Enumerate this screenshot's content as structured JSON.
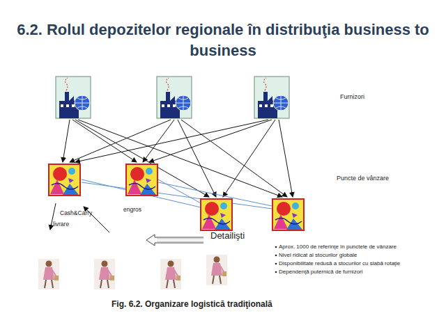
{
  "diagram": {
    "title": "6.2. Rolul depozitelor regionale în distribuţia business to business",
    "caption": "Fig. 6.2. Organizare logistică tradiţională",
    "labels": [
      "Furnizori",
      "Puncte de vânzare",
      "Cash&Carry",
      "engros",
      "livrare",
      "Detailişti",
      "Aprox. 1000 de referinţe în punctele de vânzare",
      "Nivel ridicat al stocurilor globale",
      "Disponibilitate redusă a stocurilor cu slabă rotaţie",
      "Dependenţă puternică de furnizori"
    ]
  }
}
